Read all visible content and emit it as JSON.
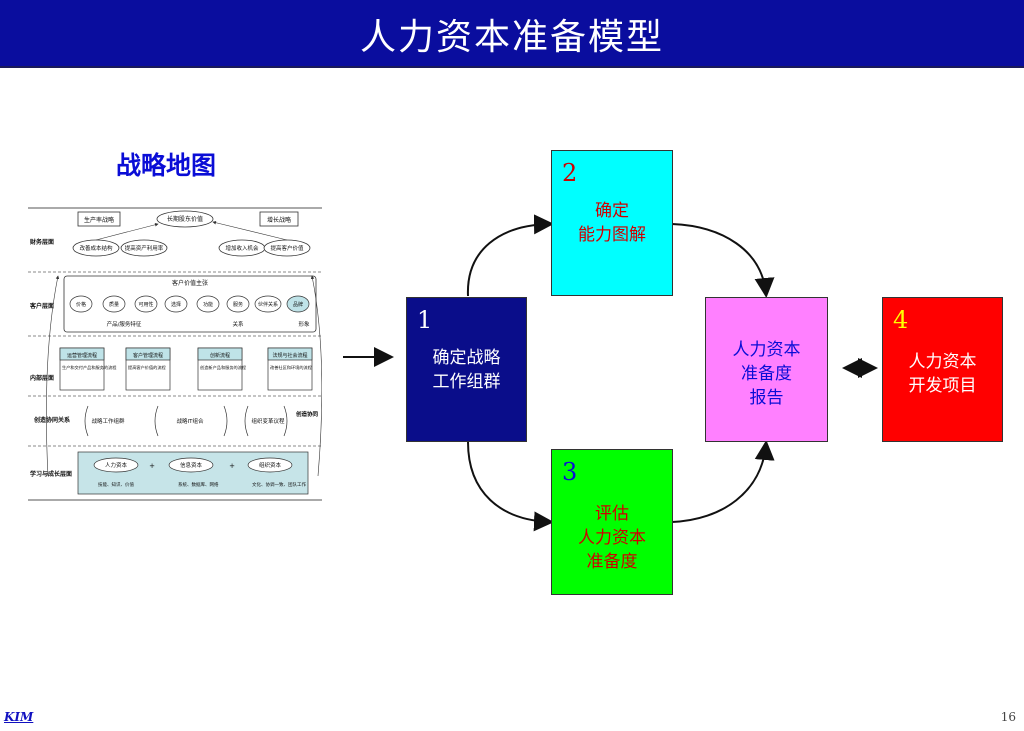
{
  "header": {
    "title": "人力资本准备模型"
  },
  "strategy_map": {
    "title": "战略地图",
    "row_labels": [
      "财务层面",
      "客户层面",
      "内部层面",
      "创造协同关系",
      "学习与成长层面"
    ],
    "top_boxes": [
      "生产率战略",
      "长期股东价值",
      "增长战略"
    ],
    "finance_ovals": [
      "改善成本结构",
      "提高资产利用率",
      "增加收入机会",
      "提高客户价值"
    ],
    "customer_title": "客户价值主张",
    "customer_ovals": [
      "价格",
      "质量",
      "可用性",
      "选择",
      "功能",
      "服务",
      "伙伴关系",
      "品牌"
    ],
    "customer_footer": [
      "产品/服务特征",
      "关系",
      "形象"
    ],
    "process_boxes": [
      {
        "title": "运营管理流程",
        "desc": "生产和交付产品和服务的流程"
      },
      {
        "title": "客户管理流程",
        "desc": "提高客户价值的流程"
      },
      {
        "title": "创新流程",
        "desc": "创造新产品和服务的流程"
      },
      {
        "title": "法规与社会流程",
        "desc": "改善社区和环境的流程"
      }
    ],
    "synergy_label": "创造协同",
    "synergy_items": [
      "战略工作组群",
      "战略IT组合",
      "组织变革议程"
    ],
    "learning_items": [
      {
        "title": "人力资本",
        "desc": "技能、知识、价值"
      },
      {
        "title": "信息资本",
        "desc": "系统、数据库、网络"
      },
      {
        "title": "组织资本",
        "desc": "文化、协调一致、团队工作"
      }
    ]
  },
  "cycle": {
    "box1": {
      "num": "1",
      "label": [
        "确定战略",
        "工作组群"
      ]
    },
    "box2": {
      "num": "2",
      "label": [
        "确定",
        "能力图解"
      ]
    },
    "box3": {
      "num": "3",
      "label": [
        "评估",
        "人力资本",
        "准备度"
      ]
    },
    "report": {
      "label": [
        "人力资本",
        "准备度",
        "报告"
      ]
    },
    "box4": {
      "num": "4",
      "label": [
        "人力资本",
        "开发项目"
      ]
    }
  },
  "colors": {
    "title_bar": "#0a0d9e",
    "box1": "#0a0d8a",
    "box2": "#00ffff",
    "box3": "#00ff00",
    "report": "#ff80ff",
    "box4": "#ff0000",
    "red_text": "#d00000",
    "blue_text": "#0a0dd6",
    "yellow_text": "#ffff00"
  },
  "footer": {
    "logo": "KIM",
    "page": "16"
  }
}
